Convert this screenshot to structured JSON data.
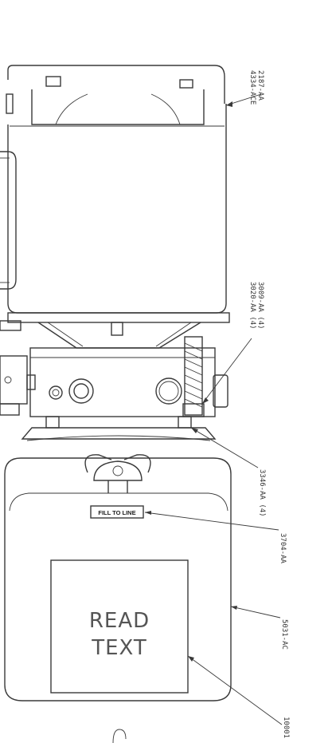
{
  "callouts": {
    "cover": [
      "2187-AA",
      "4334-ACE"
    ],
    "valves": [
      "3009-AA (4)",
      "3020-AA (4)"
    ],
    "bolts": "3346-AA (4)",
    "fill_label": "3704-AA",
    "tank": "5031-AC",
    "decal": "10001"
  },
  "labels": {
    "fill_to_line": "FILL TO LINE",
    "read": "READ",
    "text": "TEXT"
  }
}
